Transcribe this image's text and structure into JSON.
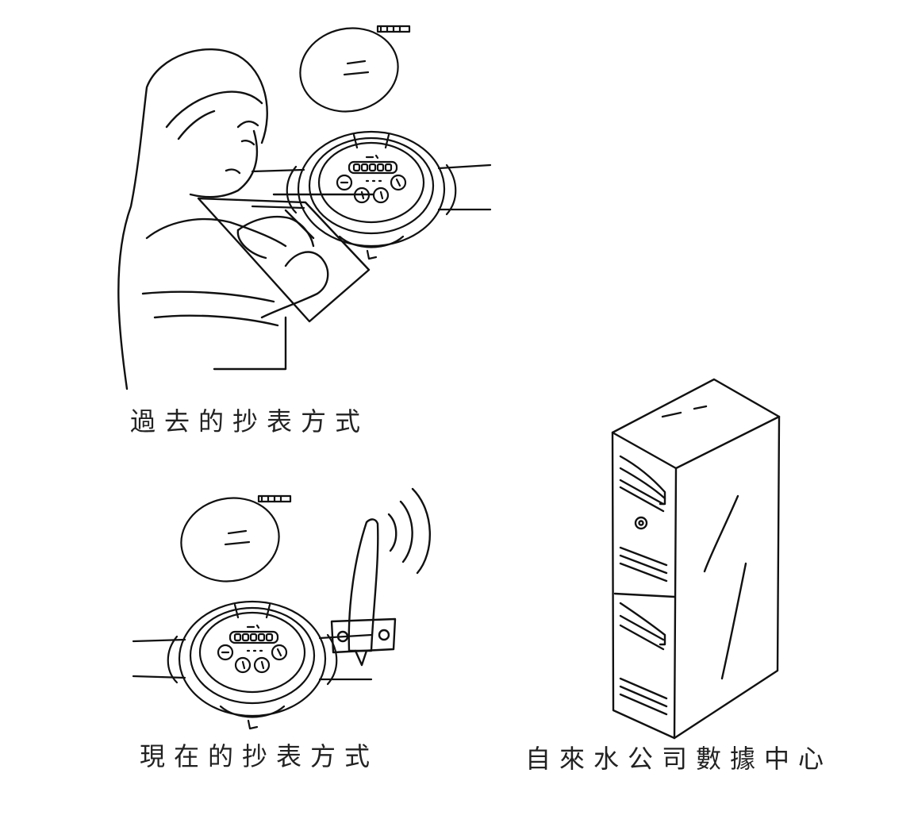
{
  "captions": {
    "past_method": "過去的抄表方式",
    "current_method": "現在的抄表方式",
    "data_center": "自來水公司數據中心"
  },
  "icons": [
    "meter-reader-person-icon",
    "water-meter-icon",
    "wireless-antenna-icon",
    "server-cabinet-icon"
  ],
  "colors": {
    "line": "#111111",
    "background": "#ffffff"
  }
}
